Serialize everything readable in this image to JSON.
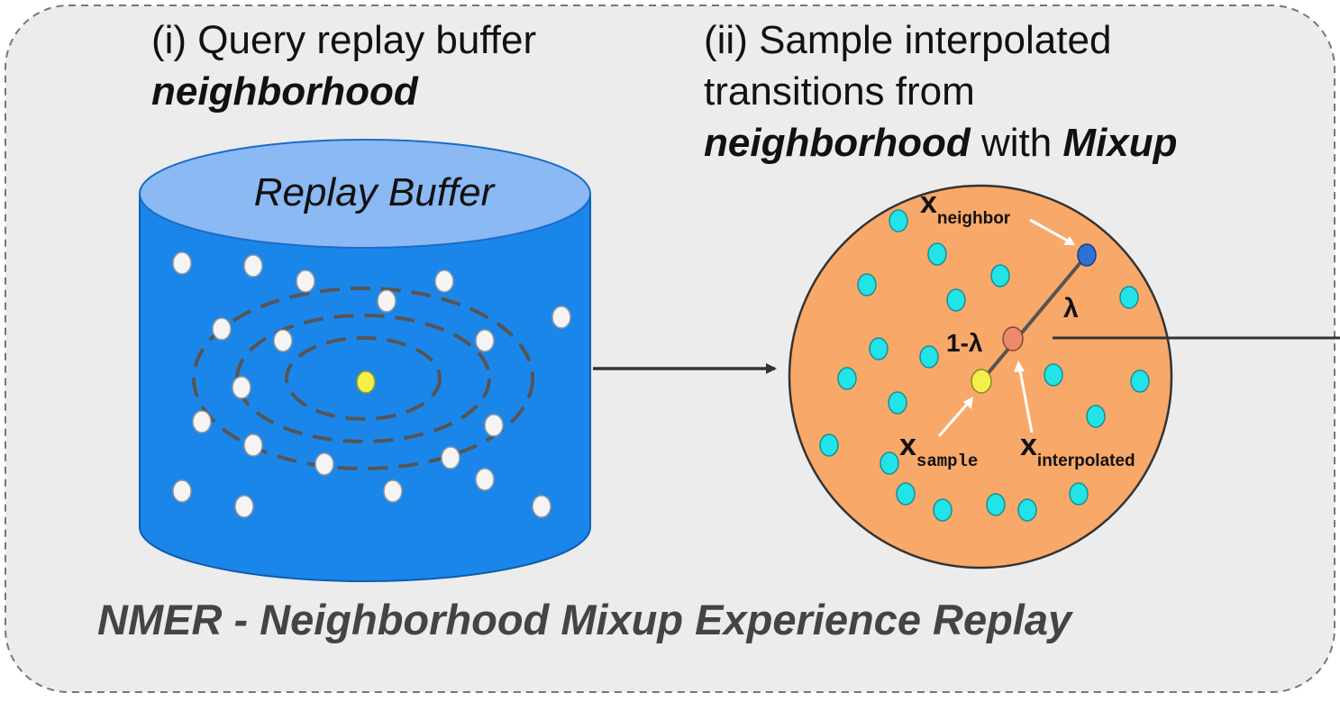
{
  "steps": {
    "step1": {
      "line1": "(i) Query replay buffer",
      "line2_em": "neighborhood"
    },
    "step2": {
      "line1": "(ii) Sample interpolated",
      "line2": "transitions from",
      "line3_em1": "neighborhood",
      "line3_mid": " with ",
      "line3_em2": "Mixup"
    }
  },
  "buffer": {
    "label": "Replay Buffer"
  },
  "neighborhood": {
    "neighbor_label": "x",
    "neighbor_sub": "neighbor",
    "sample_label": "x",
    "sample_sub": "sample",
    "interp_label": "x",
    "interp_sub": "interpolated",
    "lambda": "λ",
    "one_minus_lambda": "1-λ"
  },
  "footer": {
    "title": "NMER - Neighborhood Mixup Experience Replay"
  },
  "colors": {
    "panel_bg": "#ececec",
    "cylinder_body": "#1b86ea",
    "cylinder_top": "#8ab9f3",
    "circle_fill": "#f8a869",
    "cyan_dot": "#22e3e8",
    "sample_dot": "#f2f04a",
    "neighbor_dot": "#2f6fd6",
    "interp_dot": "#ec8a6b"
  }
}
